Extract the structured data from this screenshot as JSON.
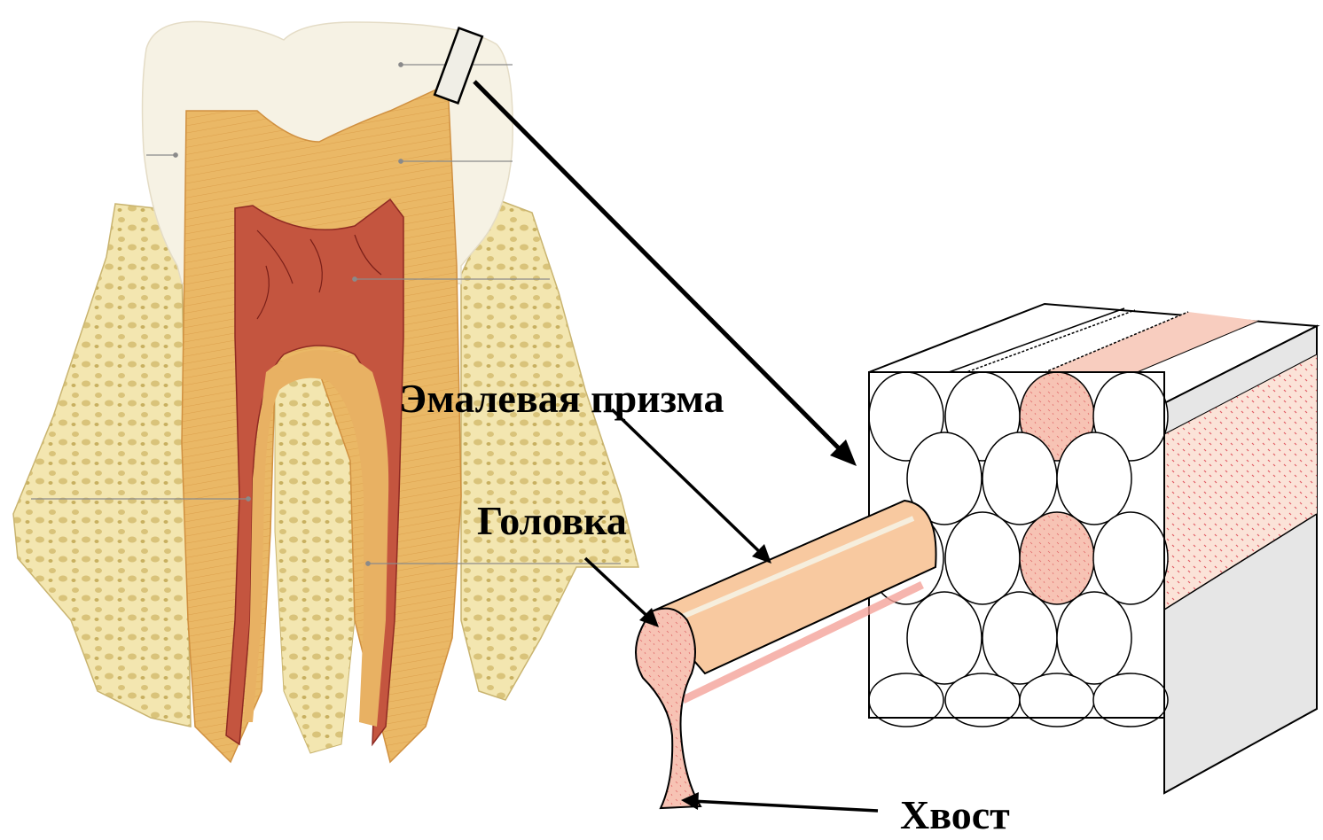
{
  "labels": {
    "prism": "Эмалевая призма",
    "head": "Головка",
    "tail": "Хвост"
  },
  "colors": {
    "enamel": "#f6f1e2",
    "dentin": "#e9b35c",
    "dentin_light": "#f2c98b",
    "pulp": "#b8463a",
    "bone": "#f1e3a6",
    "bone_dark": "#d6c27a",
    "prism_peach": "#f8c9a0",
    "prism_pink": "#f6b8b0",
    "outline": "#000000"
  }
}
